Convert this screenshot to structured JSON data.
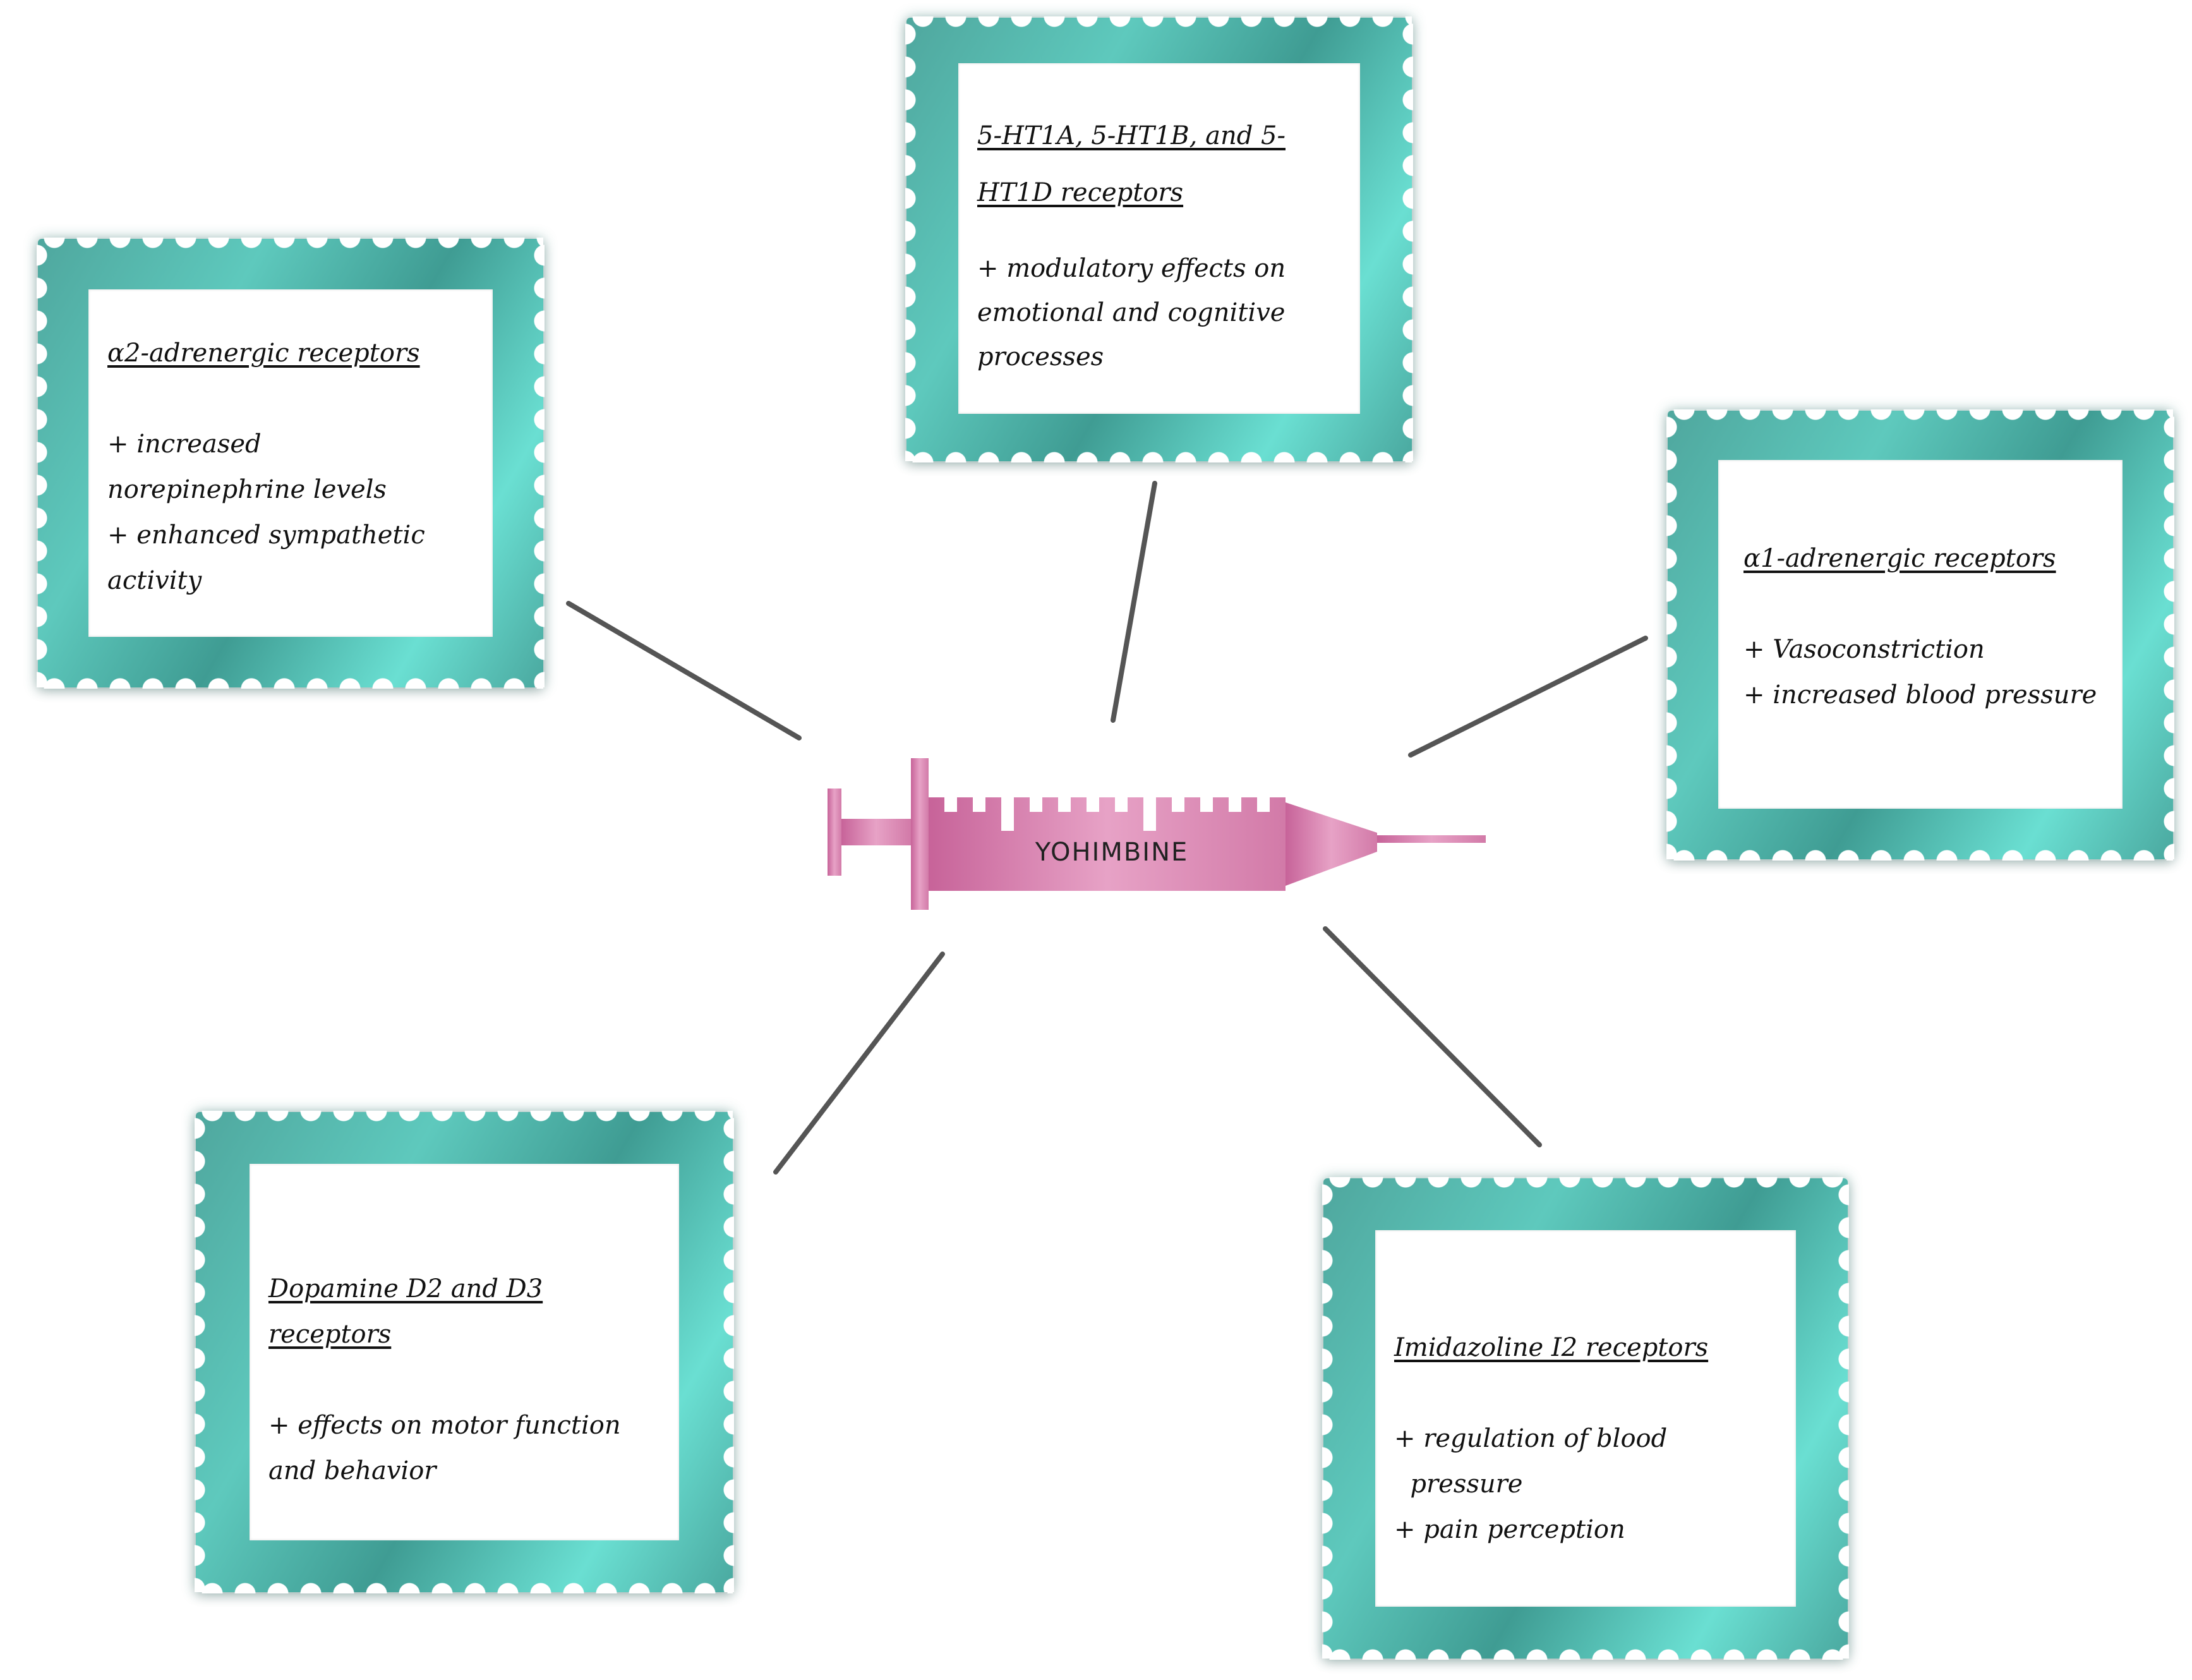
{
  "center": {
    "label": "YOHIMBINE",
    "color": "#d27aa8"
  },
  "boxes": {
    "alpha2": {
      "title": "α2-adrenergic receptors",
      "effects": [
        "+ increased",
        "norepinephrine levels",
        "+ enhanced sympathetic",
        "activity"
      ]
    },
    "ht1": {
      "title_line1": "5-HT1A, 5-HT1B, and 5-",
      "title_line2": "HT1D receptors",
      "effects": [
        "+ modulatory effects on",
        "emotional and cognitive",
        "processes"
      ]
    },
    "alpha1": {
      "title": "α1-adrenergic receptors",
      "effects": [
        "+ Vasoconstriction",
        "+ increased blood pressure"
      ]
    },
    "dopamine": {
      "title": "Dopamine D2 and D3 receptors",
      "effects": [
        "+ effects on motor function",
        "and behavior"
      ]
    },
    "imidazoline": {
      "title": "Imidazoline I2 receptors",
      "effects": [
        "+ regulation of blood",
        "  pressure",
        "+ pain perception"
      ]
    }
  },
  "colors": {
    "stamp_frame": "#4fa79e",
    "connector": "#555555",
    "syringe": "#d27aa8"
  }
}
